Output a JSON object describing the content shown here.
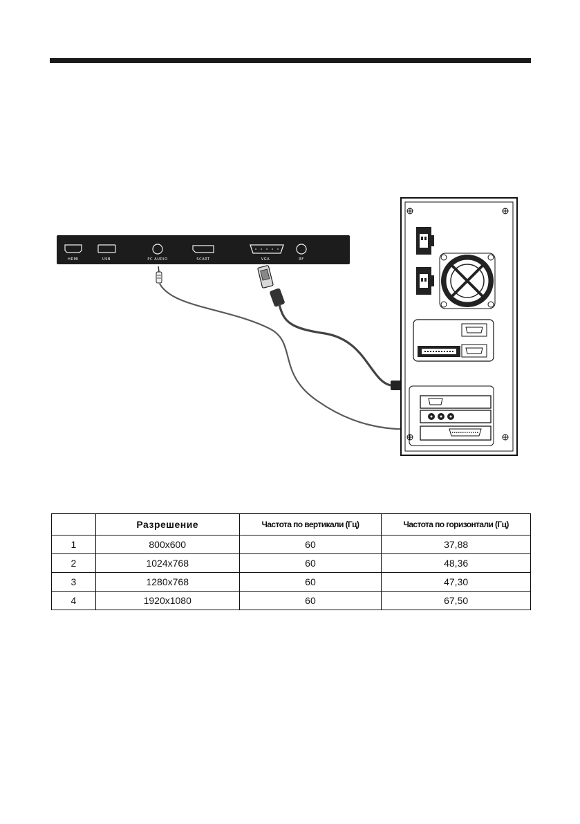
{
  "tv_panel": {
    "ports": [
      "HDMI",
      "USB",
      "PC AUDIO",
      "SCART",
      "VGA",
      "RF"
    ]
  },
  "table": {
    "headers": [
      "",
      "Разрешение",
      "Частота по вертикали (Гц)",
      "Частота по горизонтали (Гц)"
    ],
    "rows": [
      [
        "1",
        "800x600",
        "60",
        "37,88"
      ],
      [
        "2",
        "1024x768",
        "60",
        "48,36"
      ],
      [
        "3",
        "1280x768",
        "60",
        "47,30"
      ],
      [
        "4",
        "1920x1080",
        "60",
        "67,50"
      ]
    ]
  }
}
